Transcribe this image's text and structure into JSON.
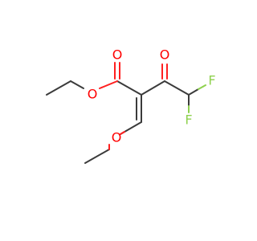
{
  "molecule": {
    "atoms": {
      "o_ester_carbonyl": {
        "symbol": "O",
        "color": "#ff0000"
      },
      "o_ester_single": {
        "symbol": "O",
        "color": "#ff0000"
      },
      "o_ketone": {
        "symbol": "O",
        "color": "#ff0000"
      },
      "o_enol_ether": {
        "symbol": "O",
        "color": "#ff0000"
      },
      "f_top": {
        "symbol": "F",
        "color": "#8fd14f"
      },
      "f_bottom": {
        "symbol": "F",
        "color": "#8fd14f"
      }
    },
    "bond_color": "#3b3b3b"
  }
}
